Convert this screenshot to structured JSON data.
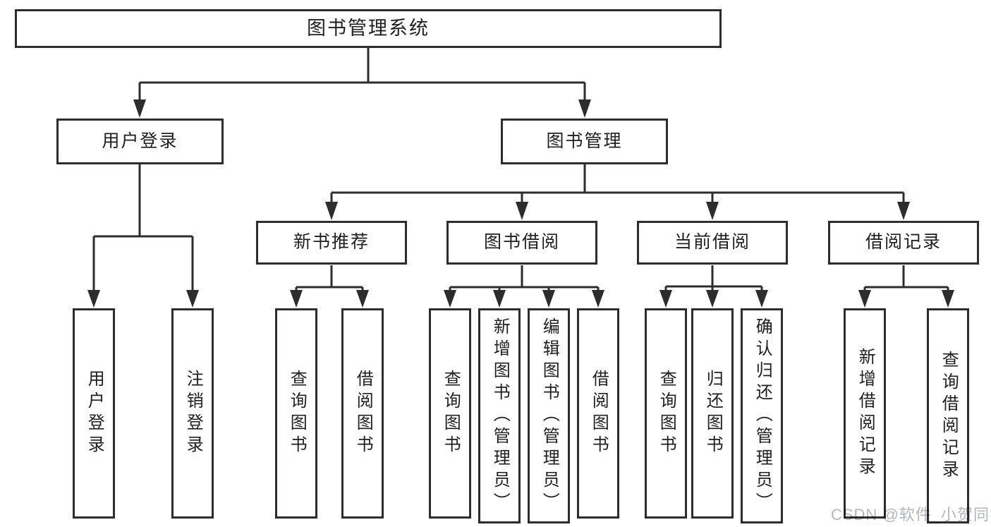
{
  "diagram": {
    "title": "图书管理系统",
    "watermark": "CSDN @软件_小贺同学",
    "colors": {
      "line": "#2d2d2d",
      "text": "#1f1f1f",
      "box_background": "#ffffff",
      "watermark": "#b2b6bd"
    },
    "branches": [
      {
        "label": "用户登录",
        "children": [
          {
            "label": "用户登录"
          },
          {
            "label": "注销登录"
          }
        ]
      },
      {
        "label": "图书管理",
        "children": [
          {
            "label": "新书推荐",
            "children": [
              {
                "label": "查询图书"
              },
              {
                "label": "借阅图书"
              }
            ]
          },
          {
            "label": "图书借阅",
            "children": [
              {
                "label": "查询图书"
              },
              {
                "label": "新增图书（管理员）"
              },
              {
                "label": "编辑图书（管理员）"
              },
              {
                "label": "借阅图书"
              }
            ]
          },
          {
            "label": "当前借阅",
            "children": [
              {
                "label": "查询图书"
              },
              {
                "label": "归还图书"
              },
              {
                "label": "确认归还（管理员）"
              }
            ]
          },
          {
            "label": "借阅记录",
            "children": [
              {
                "label": "新增借阅记录"
              },
              {
                "label": "查询借阅记录"
              }
            ]
          }
        ]
      }
    ]
  }
}
